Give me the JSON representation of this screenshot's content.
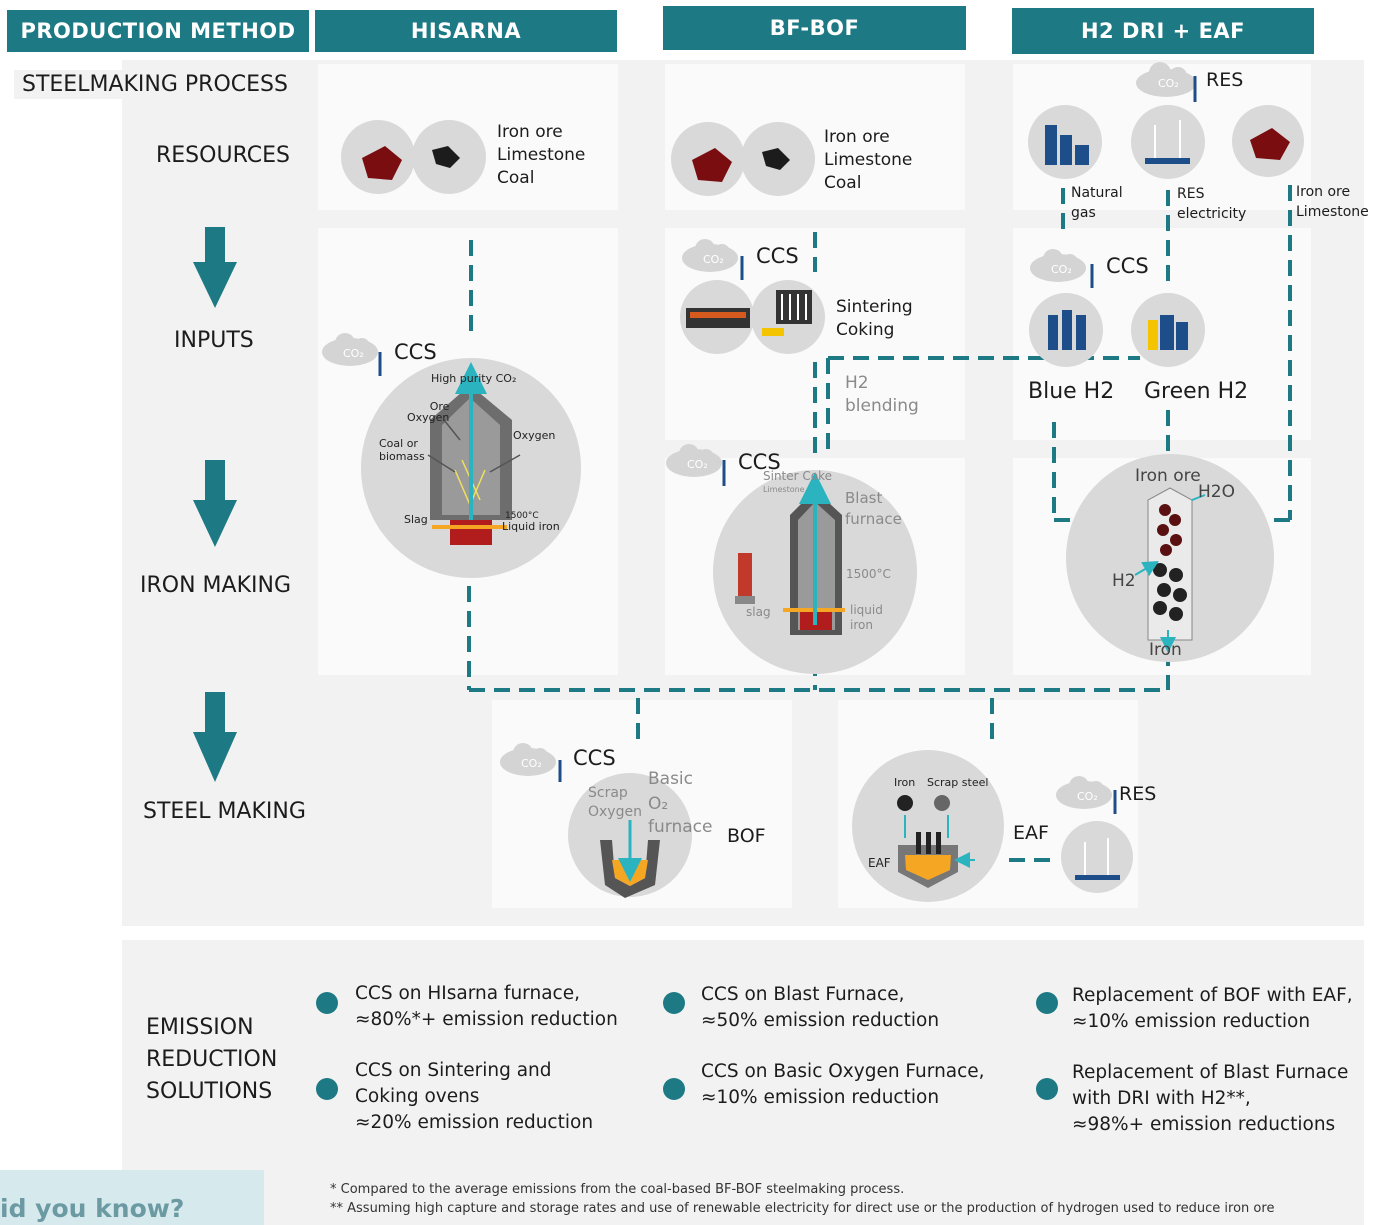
{
  "headers": {
    "production_method": "PRODUCTION METHOD",
    "hisarna": "HISARNA",
    "bfbof": "BF-BOF",
    "h2dri": "H2 DRI + EAF"
  },
  "row_labels": {
    "steelmaking_process": "STEELMAKING PROCESS",
    "resources": "RESOURCES",
    "inputs": "INPUTS",
    "iron_making": "IRON MAKING",
    "steel_making": "STEEL MAKING",
    "emission_reduction": [
      "EMISSION",
      "REDUCTION",
      "SOLUTIONS"
    ]
  },
  "resources": {
    "hisarna": [
      "Iron ore",
      "Limestone",
      "Coal"
    ],
    "bfbof": [
      "Iron ore",
      "Limestone",
      "Coal"
    ],
    "h2": {
      "res": "RES",
      "natural_gas": [
        "Natural",
        "gas"
      ],
      "res_electricity": [
        "RES",
        "electricity"
      ],
      "iron_limestone": [
        "Iron ore",
        "Limestone"
      ]
    }
  },
  "co2": "CO₂",
  "ccs": "CCS",
  "res": "RES",
  "inputs": {
    "bfbof": [
      "Sintering",
      "Coking"
    ],
    "h2_blending": [
      "H2",
      "blending"
    ],
    "blue_h2": "Blue H2",
    "green_h2": "Green H2"
  },
  "hisarna_furnace": {
    "high_purity": "High purity CO₂",
    "ore_oxygen": [
      "Ore",
      "Oxygen"
    ],
    "oxygen": "Oxygen",
    "coal_biomass": [
      "Coal or",
      "biomass"
    ],
    "slag": "Slag",
    "temp": "1500°C",
    "liquid_iron": "Liquid iron"
  },
  "blast_furnace": {
    "sinter_coke": "Sinter Coke",
    "limestone": "Limestone",
    "name": [
      "Blast",
      "furnace"
    ],
    "temp": "1500°C",
    "slag": "slag",
    "liquid_iron": [
      "liquid",
      "iron"
    ]
  },
  "dri": {
    "iron_ore": "Iron ore",
    "h2o": "H2O",
    "h2": "H2",
    "iron": "Iron"
  },
  "steel": {
    "bof_basic": "Basic",
    "bof_o2": "O₂",
    "bof_furnace": "furnace",
    "scrap": "Scrap",
    "oxygen": "Oxygen",
    "bof": "BOF",
    "eaf_iron": "Iron",
    "eaf_scrap": "Scrap steel",
    "eaf_small": "EAF",
    "eaf": "EAF"
  },
  "solutions": [
    {
      "lines": [
        "CCS on HIsarna furnace,",
        "≈80%*+ emission reduction"
      ]
    },
    {
      "lines": [
        "CCS on Sintering and",
        "Coking ovens",
        "≈20% emission reduction"
      ]
    },
    {
      "lines": [
        "CCS on Blast Furnace,",
        "≈50% emission reduction"
      ]
    },
    {
      "lines": [
        "CCS on Basic Oxygen Furnace,",
        "≈10% emission reduction"
      ]
    },
    {
      "lines": [
        "Replacement of BOF with EAF,",
        "≈10% emission reduction"
      ]
    },
    {
      "lines": [
        "Replacement of Blast Furnace",
        "with DRI with H2**,",
        "≈98%+ emission reductions"
      ]
    }
  ],
  "footnotes": [
    "* Compared to the average emissions from the coal-based BF-BOF steelmaking process.",
    "** Assuming high capture and storage rates and use of renewable electricity for direct use or the production of hydrogen used to reduce iron ore"
  ],
  "did_you_know": "id you know?",
  "colors": {
    "teal": "#1d7a85",
    "cyan": "#2bb3c0",
    "panel": "#f2f2f2"
  }
}
